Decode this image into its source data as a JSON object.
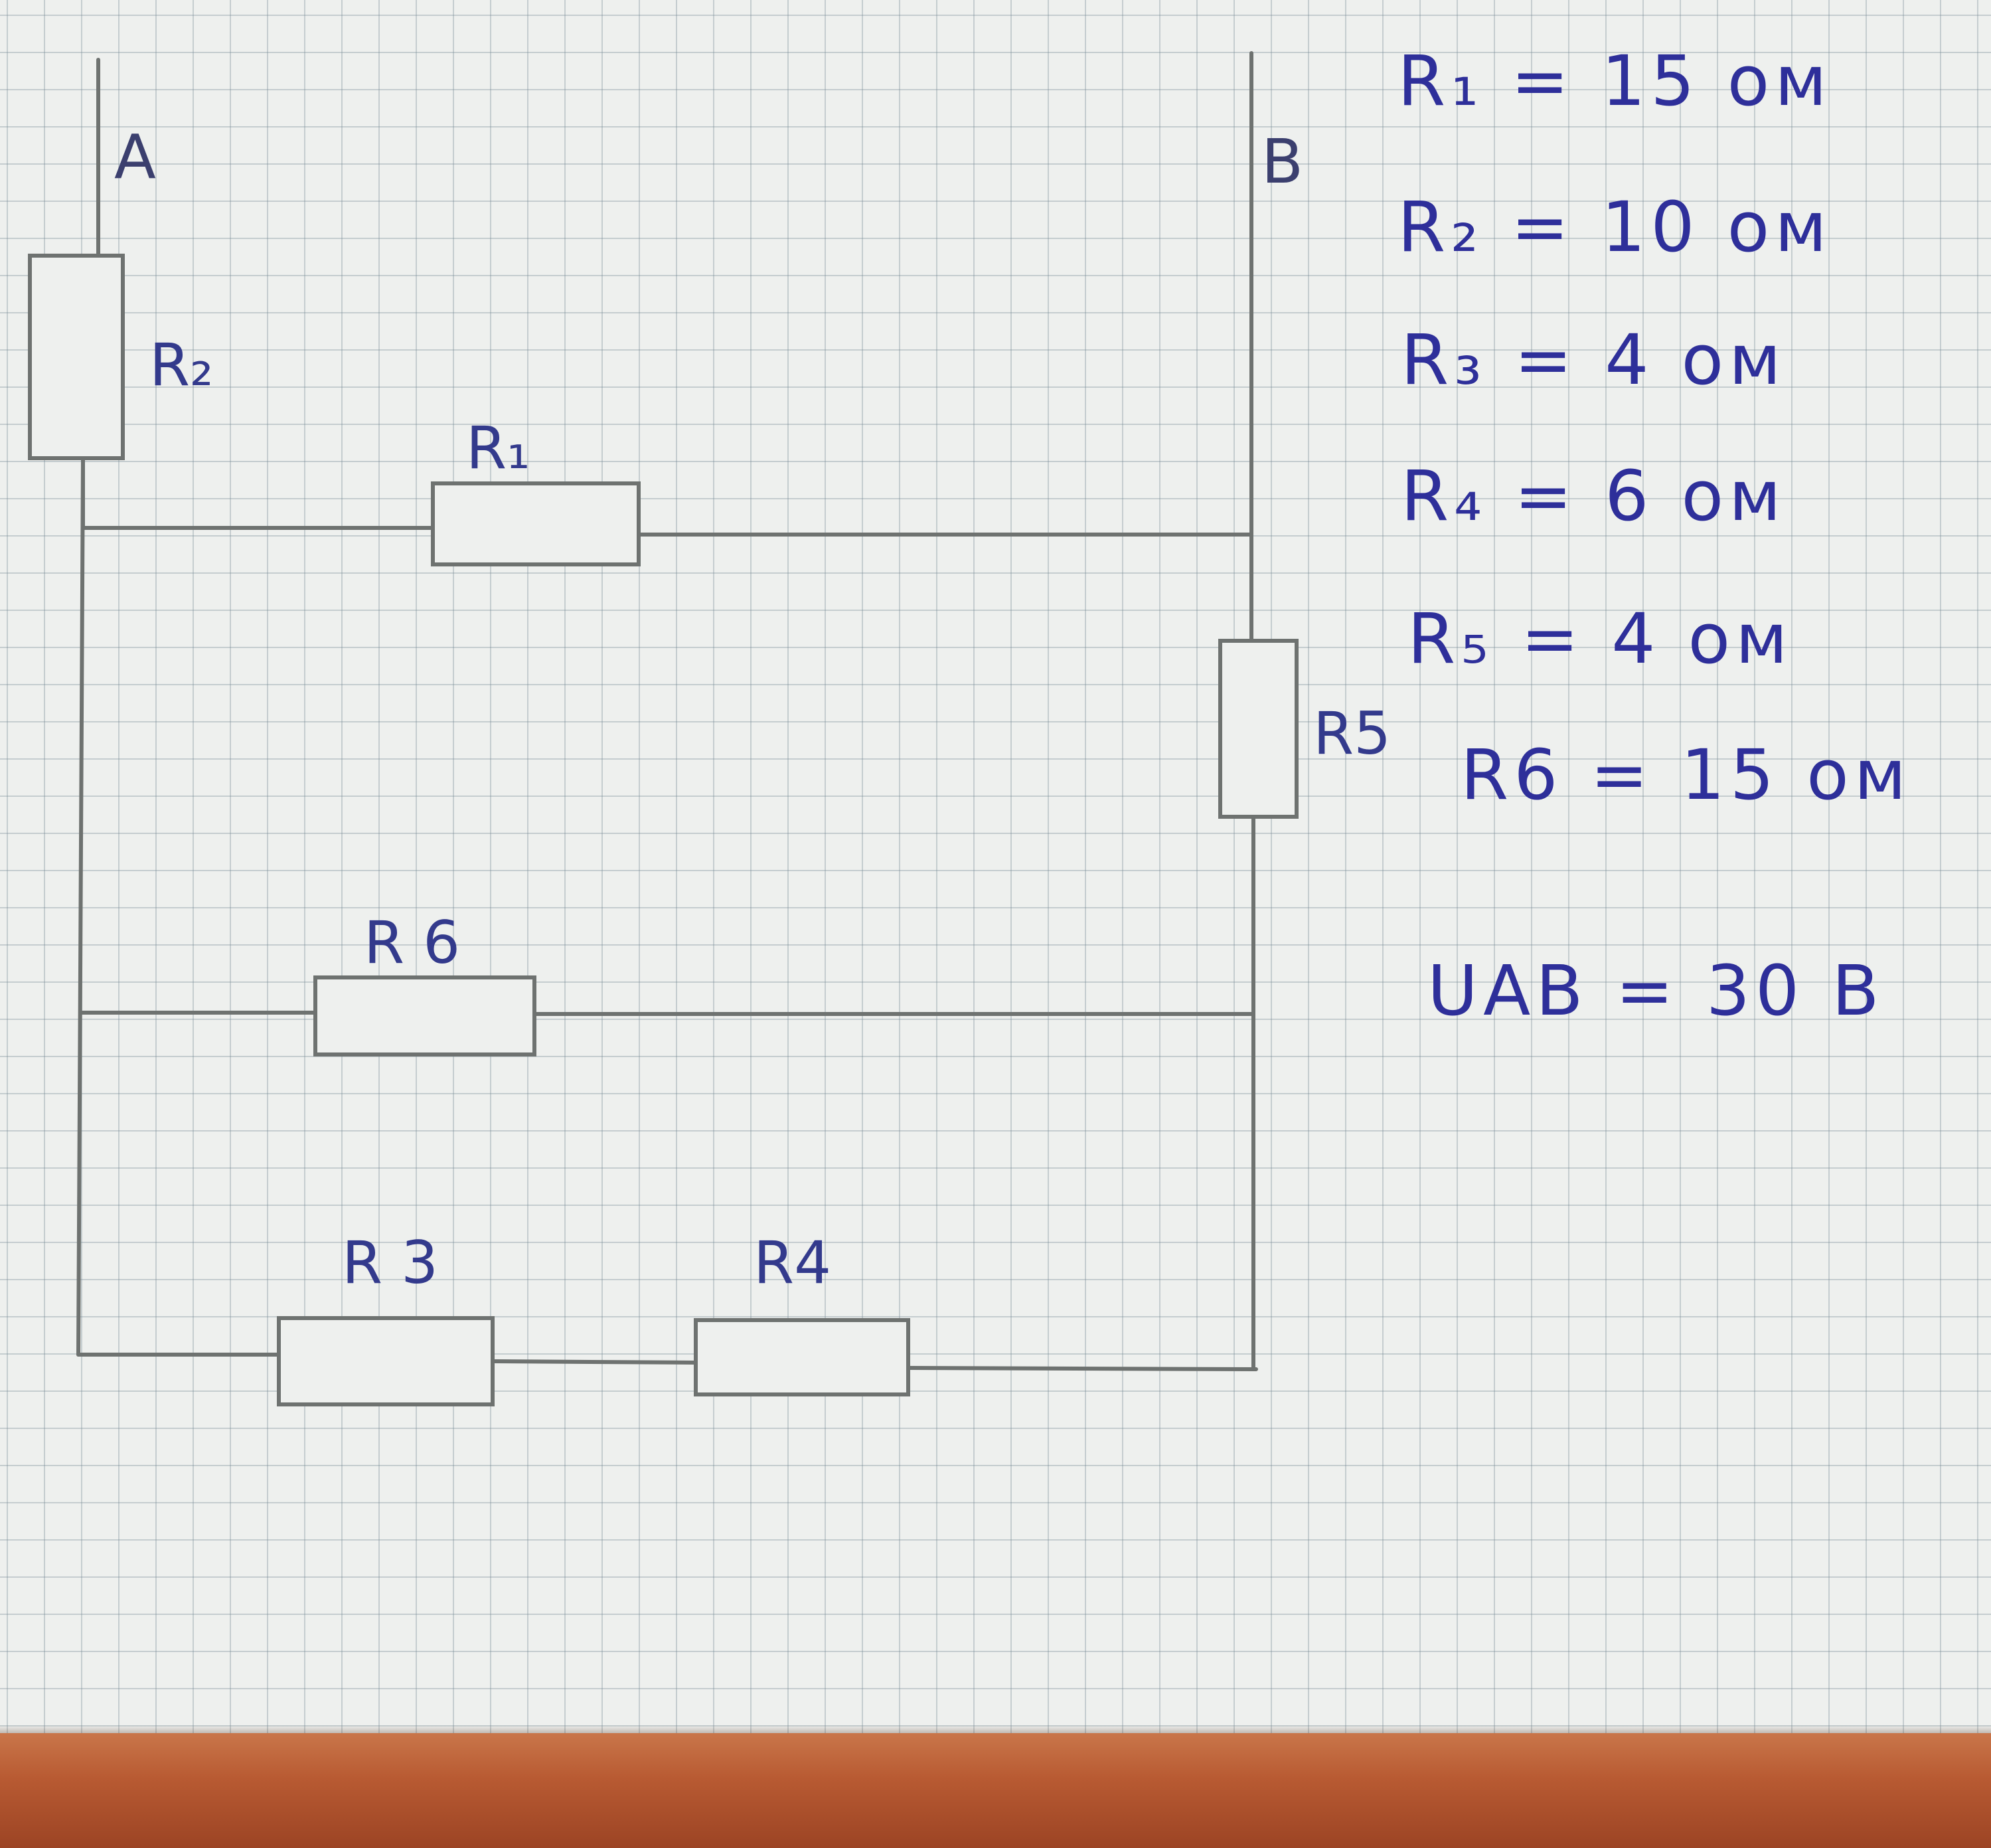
{
  "nodes": {
    "a": "A",
    "b": "B"
  },
  "resistor_labels": {
    "r1": "R₁",
    "r2": "R₂",
    "r3": "R 3",
    "r4": "R4",
    "r5": "R5",
    "r6": "R 6"
  },
  "given": {
    "r1": "R₁ = 15 ом",
    "r2": "R₂ = 10 ом",
    "r3": "R₃ = 4 ом",
    "r4": "R₄ = 6 ом",
    "r5": "R₅ = 4 ом",
    "r6": "R6 = 15 ом",
    "voltage": "UAB = 30 B"
  },
  "colors": {
    "ink": "#2e2f9a",
    "pencil": "#6e7270",
    "paper": "#eef0ee",
    "table": "#b85a32"
  }
}
